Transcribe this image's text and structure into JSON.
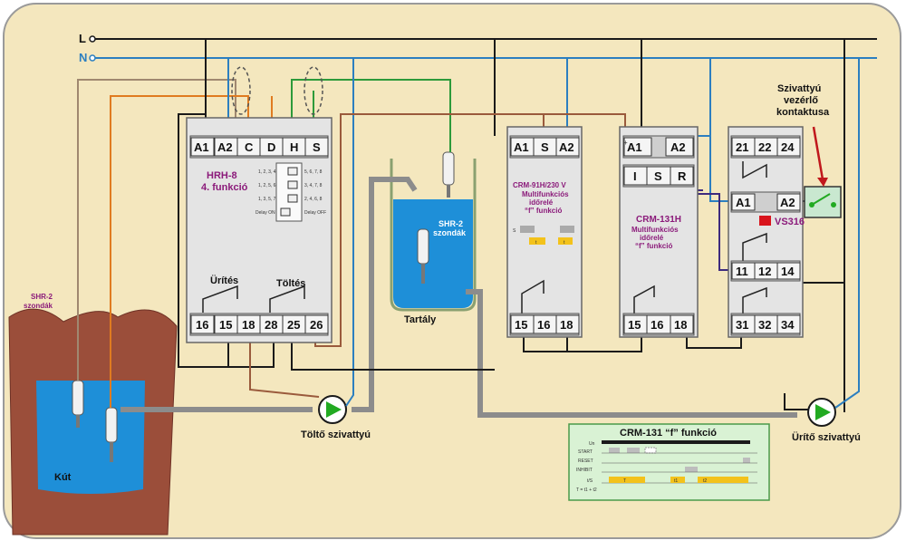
{
  "colors": {
    "background": "#f4e7be",
    "wire_L": "#1a1a1a",
    "wire_N": "#2c7fc0",
    "wire_orange": "#e07b20",
    "wire_brown": "#9a5a3c",
    "wire_green": "#2d9a3a",
    "wire_purple": "#3d2a7e",
    "wire_tan": "#a08870",
    "well_earth": "#9b4e3a",
    "water": "#1e8fd8",
    "pipe": "#8c8c8c",
    "pump_arrow": "#22aa22",
    "device_body": "#e4e4e4",
    "chart_bg": "#d9f2d4",
    "chart_border": "#4a9a4a",
    "vs316_marker": "#d9141c"
  },
  "rails": {
    "L": "L",
    "N": "N"
  },
  "hrh8": {
    "top_terminals": [
      "A1",
      "A2",
      "C",
      "D",
      "H",
      "S"
    ],
    "title": "HRH-8",
    "subtitle": "4. funkció",
    "dip_left": [
      "1, 2, 3, 4",
      "1, 2, 5, 6",
      "1, 3, 5, 7",
      "Delay ON"
    ],
    "dip_right": [
      "5, 6, 7, 8",
      "3, 4, 7, 8",
      "2, 4, 6, 8",
      "Delay OFF"
    ],
    "label_uritese": "Ürítés",
    "label_toltes": "Töltés",
    "bottom_terminals": [
      "16",
      "15",
      "18",
      "28",
      "25",
      "26"
    ]
  },
  "crm91h": {
    "top_terminals": [
      "A1",
      "S",
      "A2"
    ],
    "title": "CRM-91H/230 V",
    "desc": [
      "Multifunkciós",
      "időrelé",
      "“f” funkció"
    ],
    "timing_labels": [
      "S",
      "t",
      "t"
    ],
    "bottom_terminals": [
      "15",
      "16",
      "18"
    ]
  },
  "crm131h": {
    "top_terminals": [
      "A1",
      "A2"
    ],
    "plus_mark": "+",
    "mid_terminals": [
      "I",
      "S",
      "R"
    ],
    "title": "CRM-131H",
    "desc": [
      "Multifunkciós",
      "időrelé",
      "“f” funkció"
    ],
    "bottom_terminals": [
      "15",
      "16",
      "18"
    ]
  },
  "vs316": {
    "top_terminals": [
      "21",
      "22",
      "24"
    ],
    "coil_terminals": [
      "A1",
      "A2"
    ],
    "name": "VS316",
    "mid_terminals": [
      "11",
      "12",
      "14"
    ],
    "bottom_terminals": [
      "31",
      "32",
      "34"
    ]
  },
  "labels": {
    "shr2_left": [
      "SHR-2",
      "szondák"
    ],
    "well": "Kút",
    "tank": "Tartály",
    "shr2_tank": [
      "SHR-2",
      "szondák"
    ],
    "fill_pump": "Töltő szivattyú",
    "empty_pump": "Ürítő szivattyú",
    "pump_contact": [
      "Szivattyú",
      "vezérlő",
      "kontaktusa"
    ]
  },
  "timing_chart": {
    "title": "CRM-131 “f” funkció",
    "rows": [
      "Un",
      "START",
      "RESET",
      "INHIBIT",
      "t/S"
    ],
    "bar_labels": [
      "T",
      "t1",
      "t2"
    ],
    "formula": "T = t1 + t2"
  }
}
